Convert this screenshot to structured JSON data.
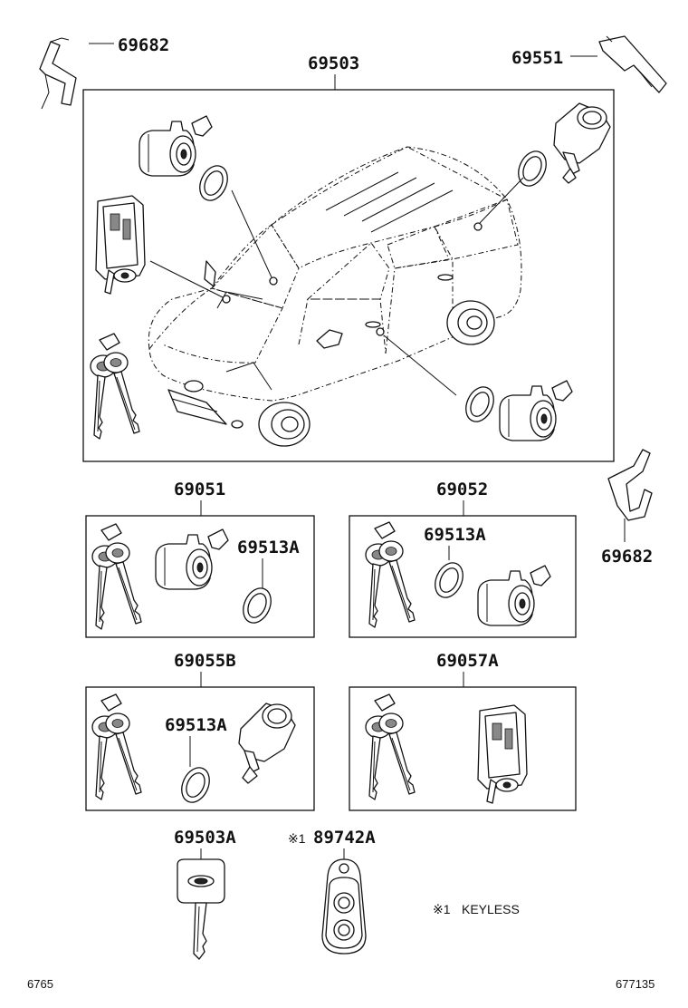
{
  "diagram": {
    "labels": {
      "clip_top_left": "69682",
      "lock_set": "69503",
      "clip_top_right": "69551",
      "ignition_door_set": "69051",
      "door_set": "69052",
      "ring_a": "69513A",
      "ring_b": "69513A",
      "back_door_set": "69055B",
      "ring_c": "69513A",
      "ignition_set": "69057A",
      "clip_right": "69682",
      "key_blank": "69503A",
      "transmitter": "89742A"
    },
    "marks": {
      "keyless_mark_label": "※1",
      "keyless_mark_note": "※1",
      "keyless_text": "KEYLESS"
    },
    "footer": {
      "left_code": "6765",
      "right_code": "677135"
    }
  }
}
